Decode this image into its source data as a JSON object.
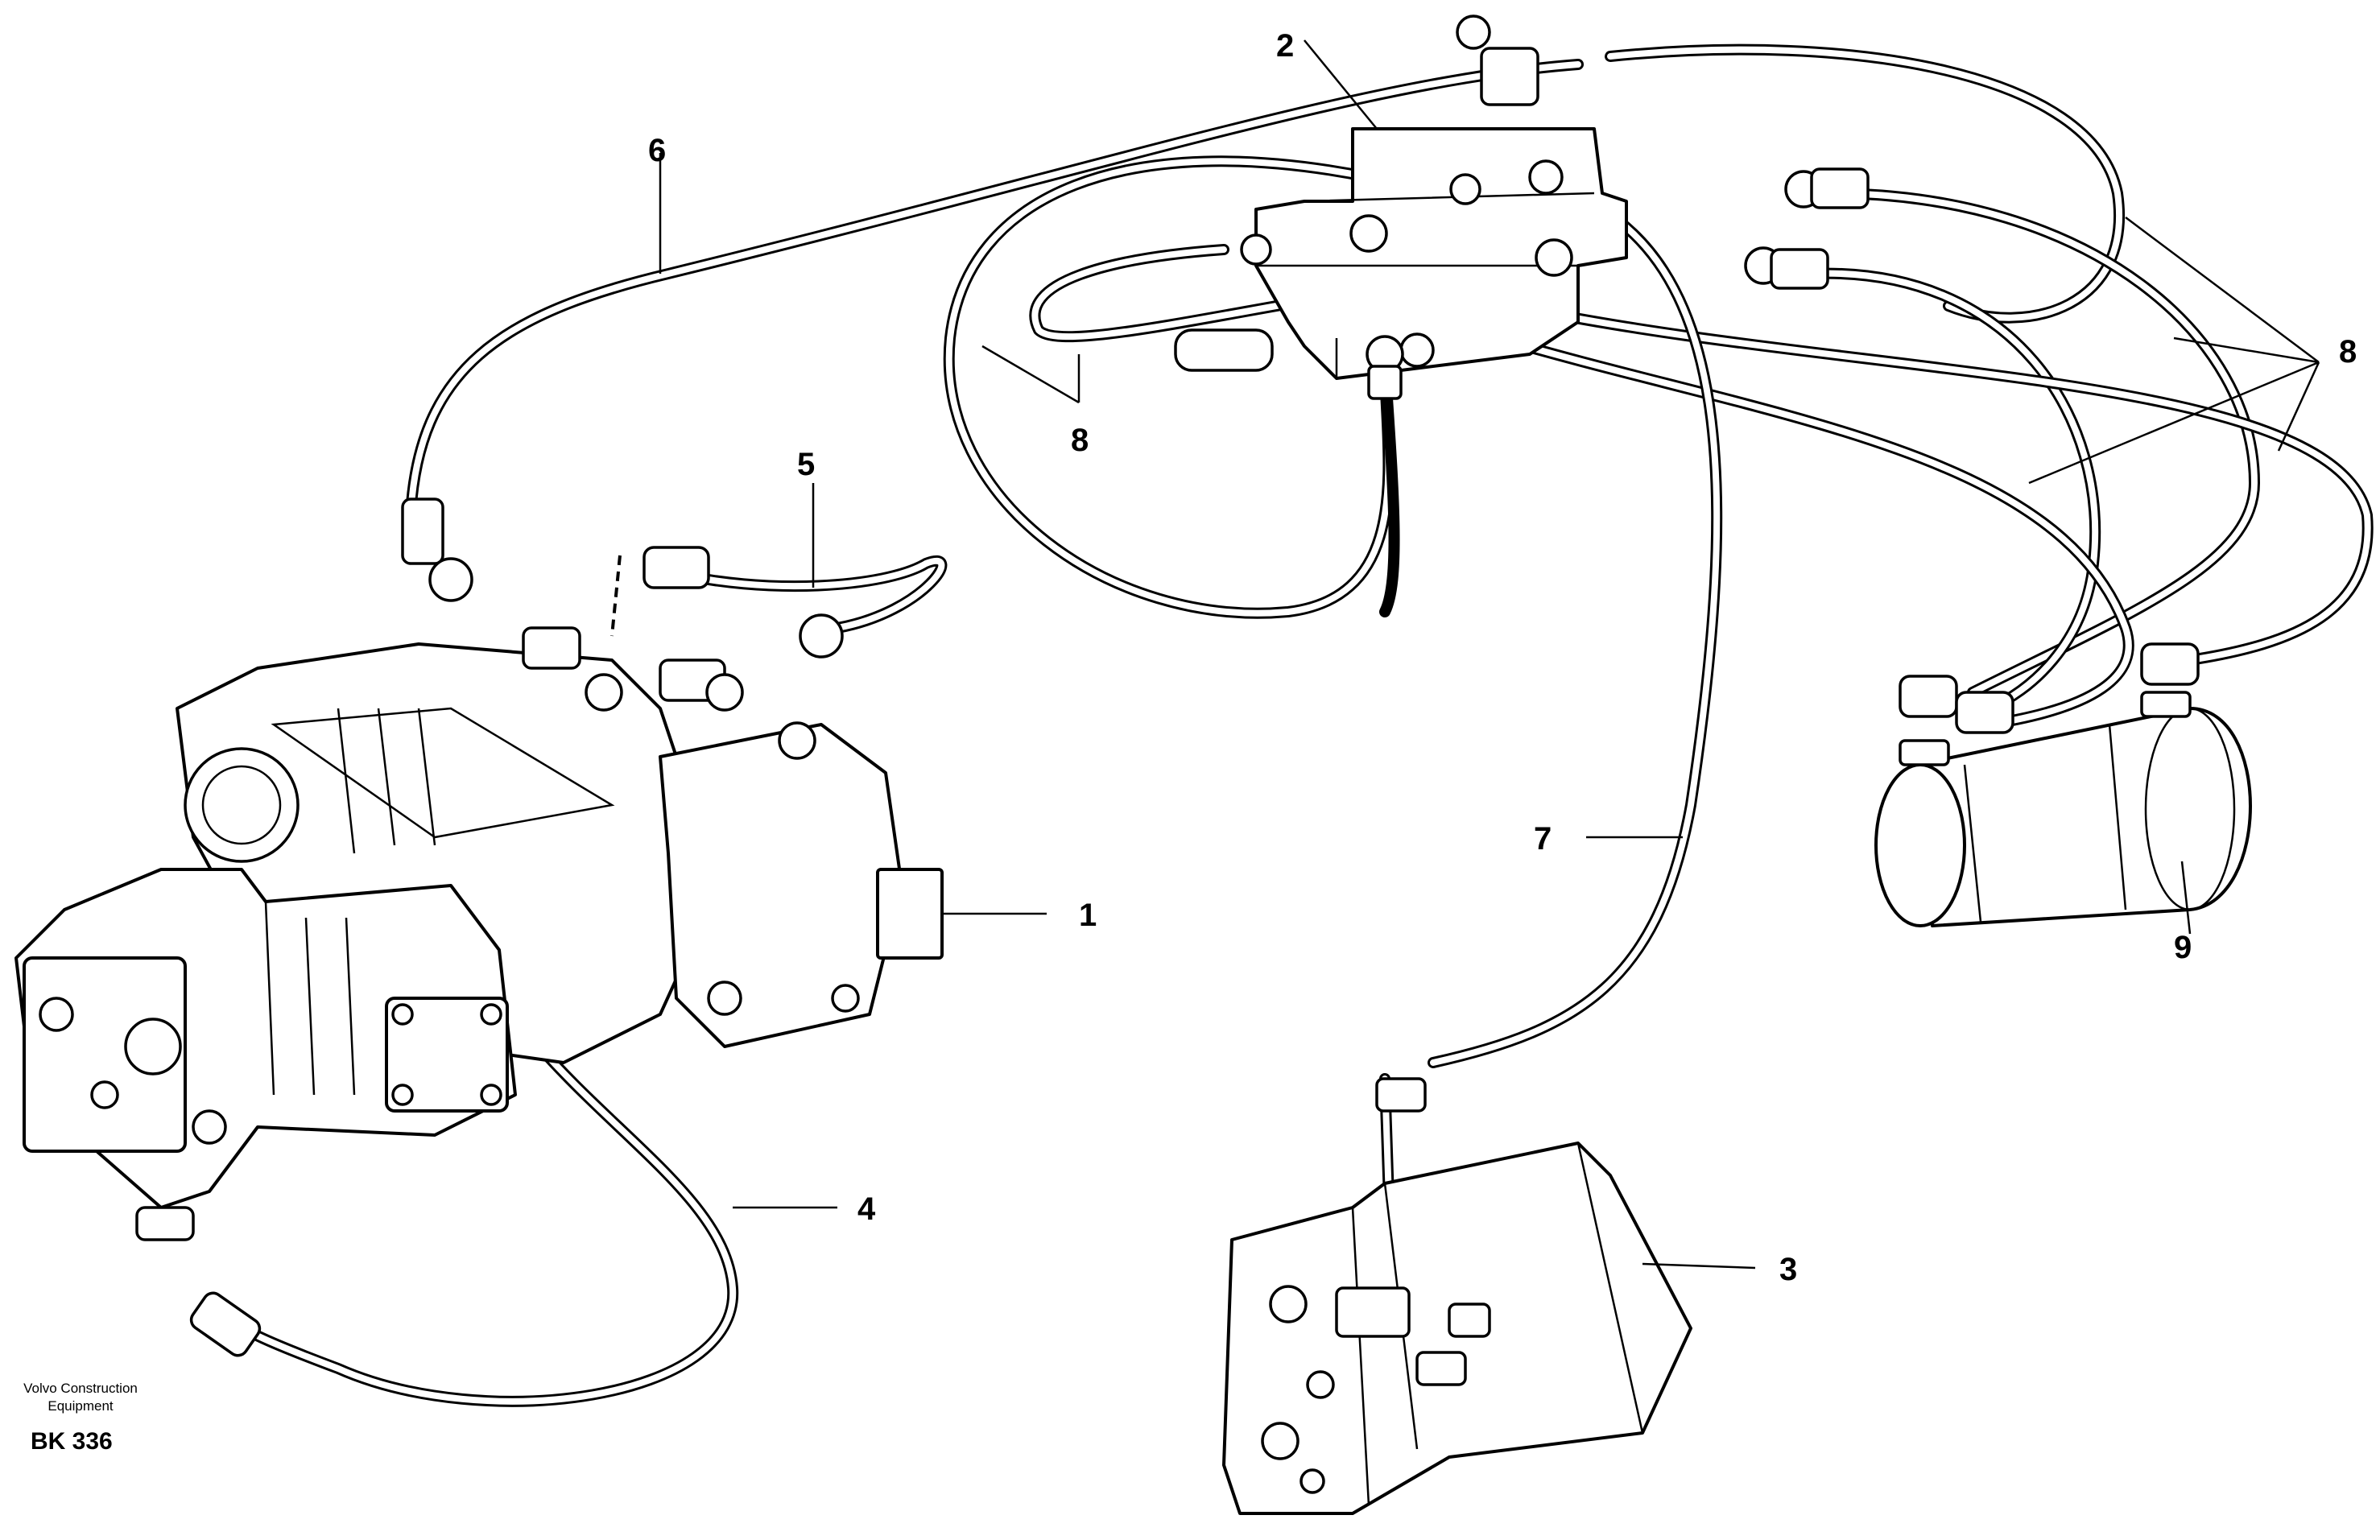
{
  "diagram": {
    "callouts": {
      "c1": "1",
      "c2": "2",
      "c3": "3",
      "c4": "4",
      "c5": "5",
      "c6": "6",
      "c7": "7",
      "c8a": "8",
      "c8b": "8",
      "c9": "9"
    },
    "footer": {
      "publisher_line1": "Volvo Construction",
      "publisher_line2": "Equipment",
      "code": "BK 336"
    }
  }
}
